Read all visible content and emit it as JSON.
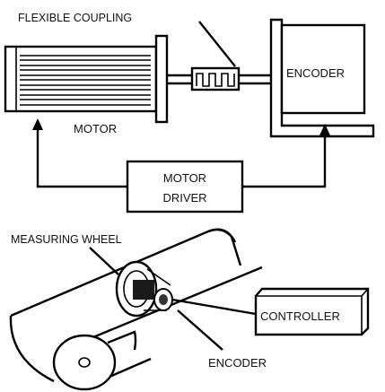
{
  "labels": {
    "flexible_coupling": "FLEXIBLE COUPLING",
    "encoder_top": "ENCODER",
    "motor": "MOTOR",
    "motor_driver_line1": "MOTOR",
    "motor_driver_line2": "DRIVER",
    "measuring_wheel": "MEASURING WHEEL",
    "controller": "CONTROLLER",
    "encoder_bottom": "ENCODER"
  }
}
